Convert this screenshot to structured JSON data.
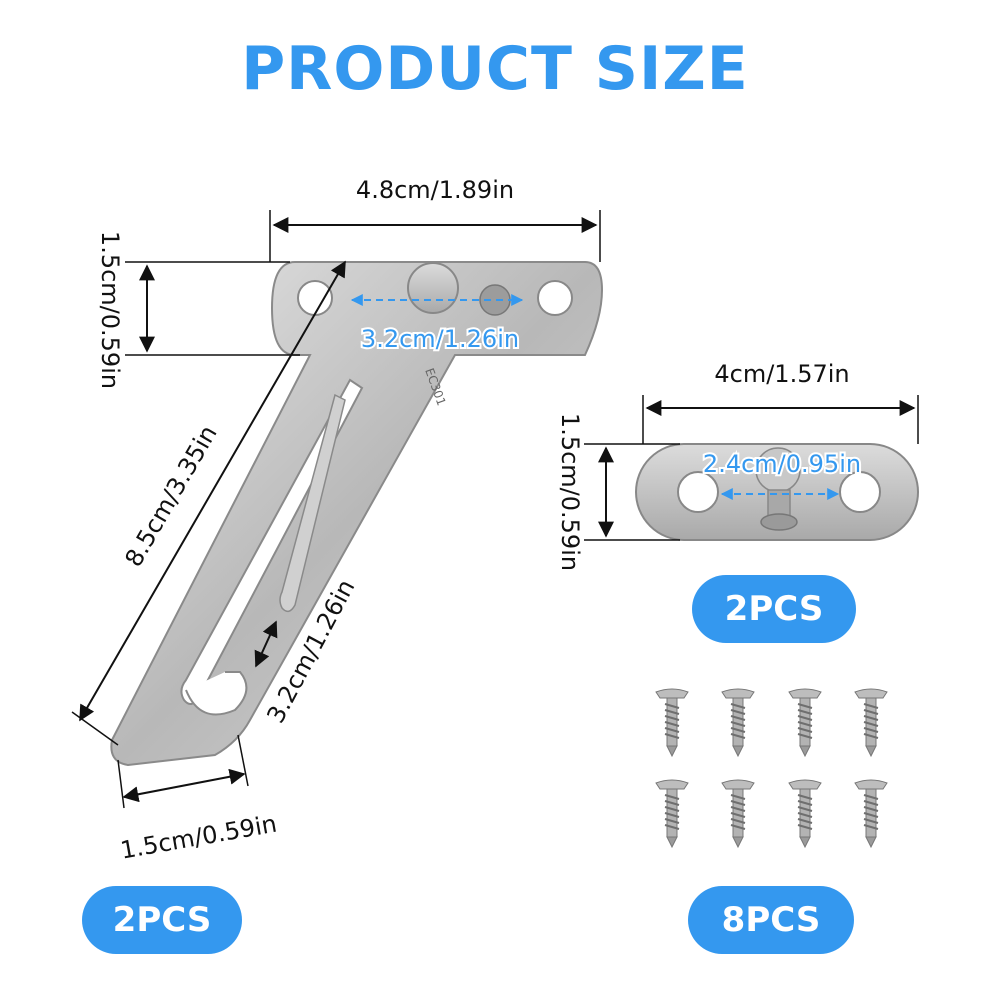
{
  "title": "PRODUCT SIZE",
  "main_bracket": {
    "width_label": "4.8cm/1.89in",
    "height_label": "1.5cm/0.59in",
    "hole_spacing_label": "3.2cm/1.26in",
    "length_label": "8.5cm/3.35in",
    "slot_gap_label": "3.2cm/1.26in",
    "tip_width_label": "1.5cm/0.59in",
    "engraving": "EC301",
    "quantity": "2PCS"
  },
  "small_plate": {
    "width_label": "4cm/1.57in",
    "height_label": "1.5cm/0.59in",
    "hole_spacing_label": "2.4cm/0.95in",
    "quantity": "2PCS"
  },
  "screws": {
    "quantity": "8PCS"
  },
  "colors": {
    "accent": "#3498ef",
    "metal": "#c9c9c9",
    "dimension": "#111111"
  }
}
